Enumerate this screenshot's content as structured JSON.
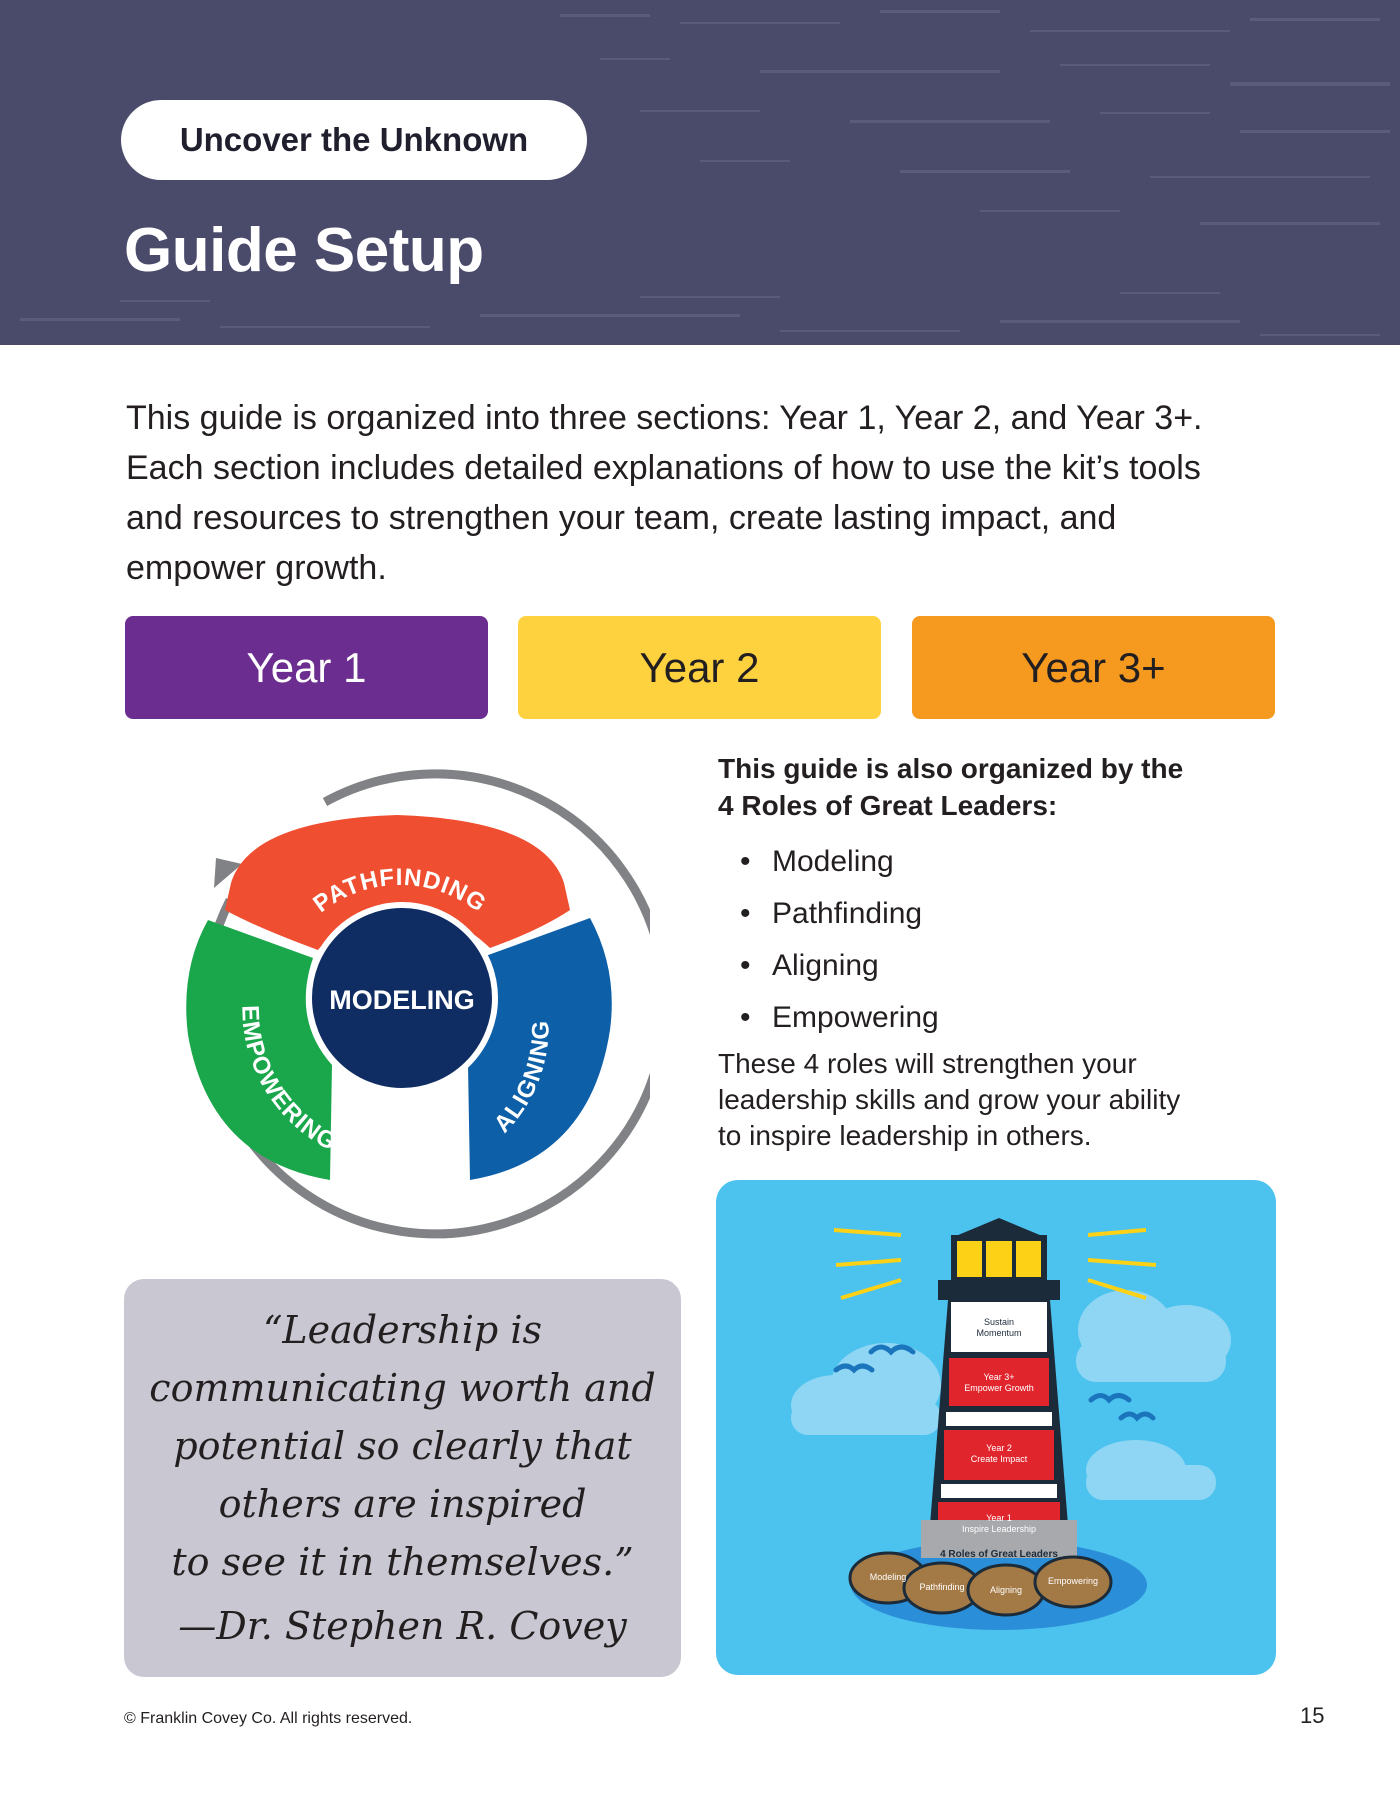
{
  "header": {
    "section_label": "Uncover the Unknown",
    "title": "Guide Setup",
    "colors": {
      "background": "#4a4a6a",
      "text": "#ffffff"
    }
  },
  "intro": {
    "text": "This guide is organized into three sections: Year 1, Year 2, and Year 3+. Each section includes detailed explanations of how to use the kit’s tools and resources to strengthen your team, create lasting impact, and empower growth."
  },
  "year_sections": [
    {
      "label": "Year 1",
      "color": "#6b2d8f"
    },
    {
      "label": "Year 2",
      "color": "#fed23f"
    },
    {
      "label": "Year 3+",
      "color": "#f6991f"
    }
  ],
  "roles_diagram": {
    "center": "MODELING",
    "segments": [
      {
        "label": "PATHFINDING",
        "color": "#f04e30"
      },
      {
        "label": "ALIGNING",
        "color": "#0d5fa8"
      },
      {
        "label": "EMPOWERING",
        "color": "#1aa64a"
      }
    ],
    "center_color": "#0f2d63",
    "cycle_arrow_color": "#808285"
  },
  "roles_text": {
    "heading_lines": [
      "This guide is also organized by the",
      "4 Roles of Great Leaders:"
    ],
    "bullet_char": "•",
    "roles": [
      "Modeling",
      "Pathfinding",
      "Aligning",
      "Empowering"
    ],
    "note_lines": [
      "These 4 roles will strengthen your",
      "leadership skills and grow your ability",
      "to inspire leadership in others."
    ]
  },
  "quote": {
    "lines": [
      "“Leadership is",
      "communicating worth and",
      "potential so clearly that",
      "others are inspired",
      "to see it in themselves.”"
    ],
    "author": "—Dr. Stephen R. Covey",
    "background": "#c8c7d2"
  },
  "lighthouse": {
    "levels": [
      {
        "line1": "Sustain",
        "line2": "Momentum"
      },
      {
        "line1": "Year 3+",
        "line2": "Empower Growth"
      },
      {
        "line1": "Year 2",
        "line2": "Create Impact"
      },
      {
        "line1": "Year 1",
        "line2": "Inspire Leadership"
      }
    ],
    "base_label": "4 Roles of Great Leaders",
    "rocks": [
      "Modeling",
      "Pathfinding",
      "Aligning",
      "Empowering"
    ],
    "colors": {
      "sky": "#4cc3ee",
      "tower_red": "#e1252d",
      "water": "#2a8fd8"
    }
  },
  "footer": {
    "copyright": "© Franklin Covey Co. All rights reserved.",
    "page_number": "15"
  }
}
